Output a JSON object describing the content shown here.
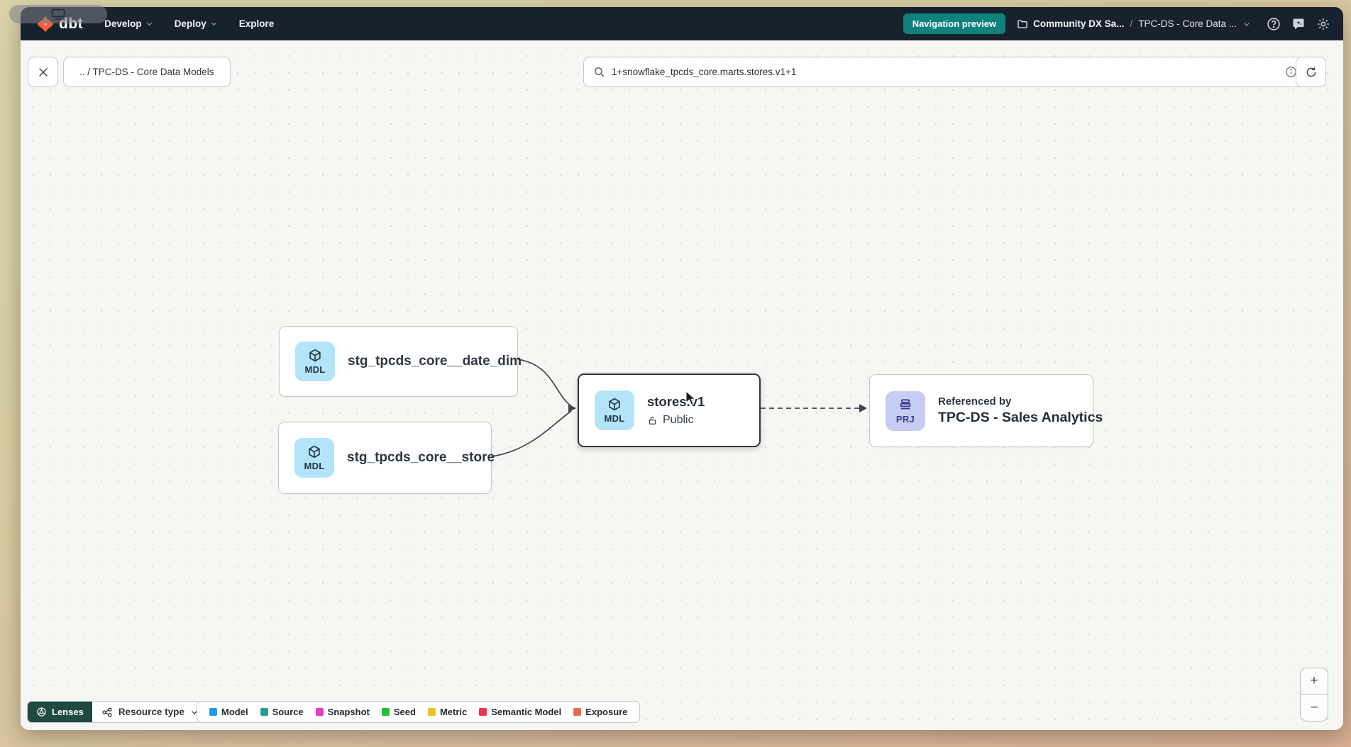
{
  "navbar": {
    "brand": "dbt",
    "menu": [
      {
        "label": "Develop"
      },
      {
        "label": "Deploy"
      },
      {
        "label": "Explore"
      }
    ],
    "preview_badge": "Navigation preview",
    "project": "Community DX Sa...",
    "separator": "/",
    "environment": "TPC-DS - Core Data ...",
    "colors": {
      "bar": "#18212e",
      "badge_teal": "#0f827e"
    }
  },
  "toolbar": {
    "breadcrumb_chip": ".. / TPC-DS - Core Data Models",
    "search_value": "1+snowflake_tpcds_core.marts.stores.v1+1"
  },
  "graph": {
    "nodes": [
      {
        "badge": "MDL",
        "label": "stg_tpcds_core__date_dim"
      },
      {
        "badge": "MDL",
        "label": "stg_tpcds_core__store"
      },
      {
        "badge": "MDL",
        "label": "stores.v1",
        "access": "Public",
        "selected": true
      },
      {
        "badge": "PRJ",
        "kicker": "Referenced by",
        "label": "TPC-DS - Sales Analytics"
      }
    ],
    "badge_colors": {
      "model": "#b4e4f9",
      "project": "#c6ccf4"
    }
  },
  "footer": {
    "lenses_label": "Lenses",
    "resource_type_label": "Resource type",
    "legend": [
      {
        "label": "Model",
        "color": "#2499ec"
      },
      {
        "label": "Source",
        "color": "#2d9b8f"
      },
      {
        "label": "Snapshot",
        "color": "#e13ebf"
      },
      {
        "label": "Seed",
        "color": "#21c42d"
      },
      {
        "label": "Metric",
        "color": "#eec11d"
      },
      {
        "label": "Semantic Model",
        "color": "#e8374f"
      },
      {
        "label": "Exposure",
        "color": "#ec6a45"
      }
    ]
  },
  "zoom_controls": {
    "zoom_in": "+",
    "zoom_out": "−"
  }
}
